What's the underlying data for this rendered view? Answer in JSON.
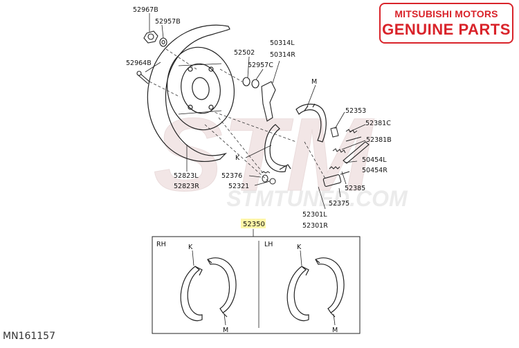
{
  "brand": {
    "line1": "MITSUBISHI MOTORS",
    "line2": "GENUINE PARTS",
    "color": "#d9232a"
  },
  "watermark": {
    "big": "STM",
    "small": "STMTUNED.COM",
    "color": "#e8d8d8"
  },
  "part_code": "MN161157",
  "callouts": [
    {
      "id": "c1",
      "text": "52967B"
    },
    {
      "id": "c2",
      "text": "52957B"
    },
    {
      "id": "c3",
      "text": "52964B"
    },
    {
      "id": "c4",
      "text": "52502"
    },
    {
      "id": "c5",
      "text": "50314L"
    },
    {
      "id": "c6",
      "text": "50314R"
    },
    {
      "id": "c7",
      "text": "52957C"
    },
    {
      "id": "c8",
      "text": "M"
    },
    {
      "id": "c9",
      "text": "52353"
    },
    {
      "id": "c10",
      "text": "52381C"
    },
    {
      "id": "c11",
      "text": "52381B"
    },
    {
      "id": "c12",
      "text": "50454L"
    },
    {
      "id": "c13",
      "text": "50454R"
    },
    {
      "id": "c14",
      "text": "K"
    },
    {
      "id": "c15",
      "text": "52376"
    },
    {
      "id": "c16",
      "text": "52321"
    },
    {
      "id": "c17",
      "text": "52823L"
    },
    {
      "id": "c18",
      "text": "52823R"
    },
    {
      "id": "c19",
      "text": "52385"
    },
    {
      "id": "c20",
      "text": "52375"
    },
    {
      "id": "c21",
      "text": "52301L"
    },
    {
      "id": "c22",
      "text": "52301R"
    }
  ],
  "kit": {
    "label": "52350",
    "highlight": "#fff7a8",
    "rh_label": "RH",
    "lh_label": "LH",
    "rh_k": "K",
    "rh_m": "M",
    "lh_k": "K",
    "lh_m": "M"
  }
}
